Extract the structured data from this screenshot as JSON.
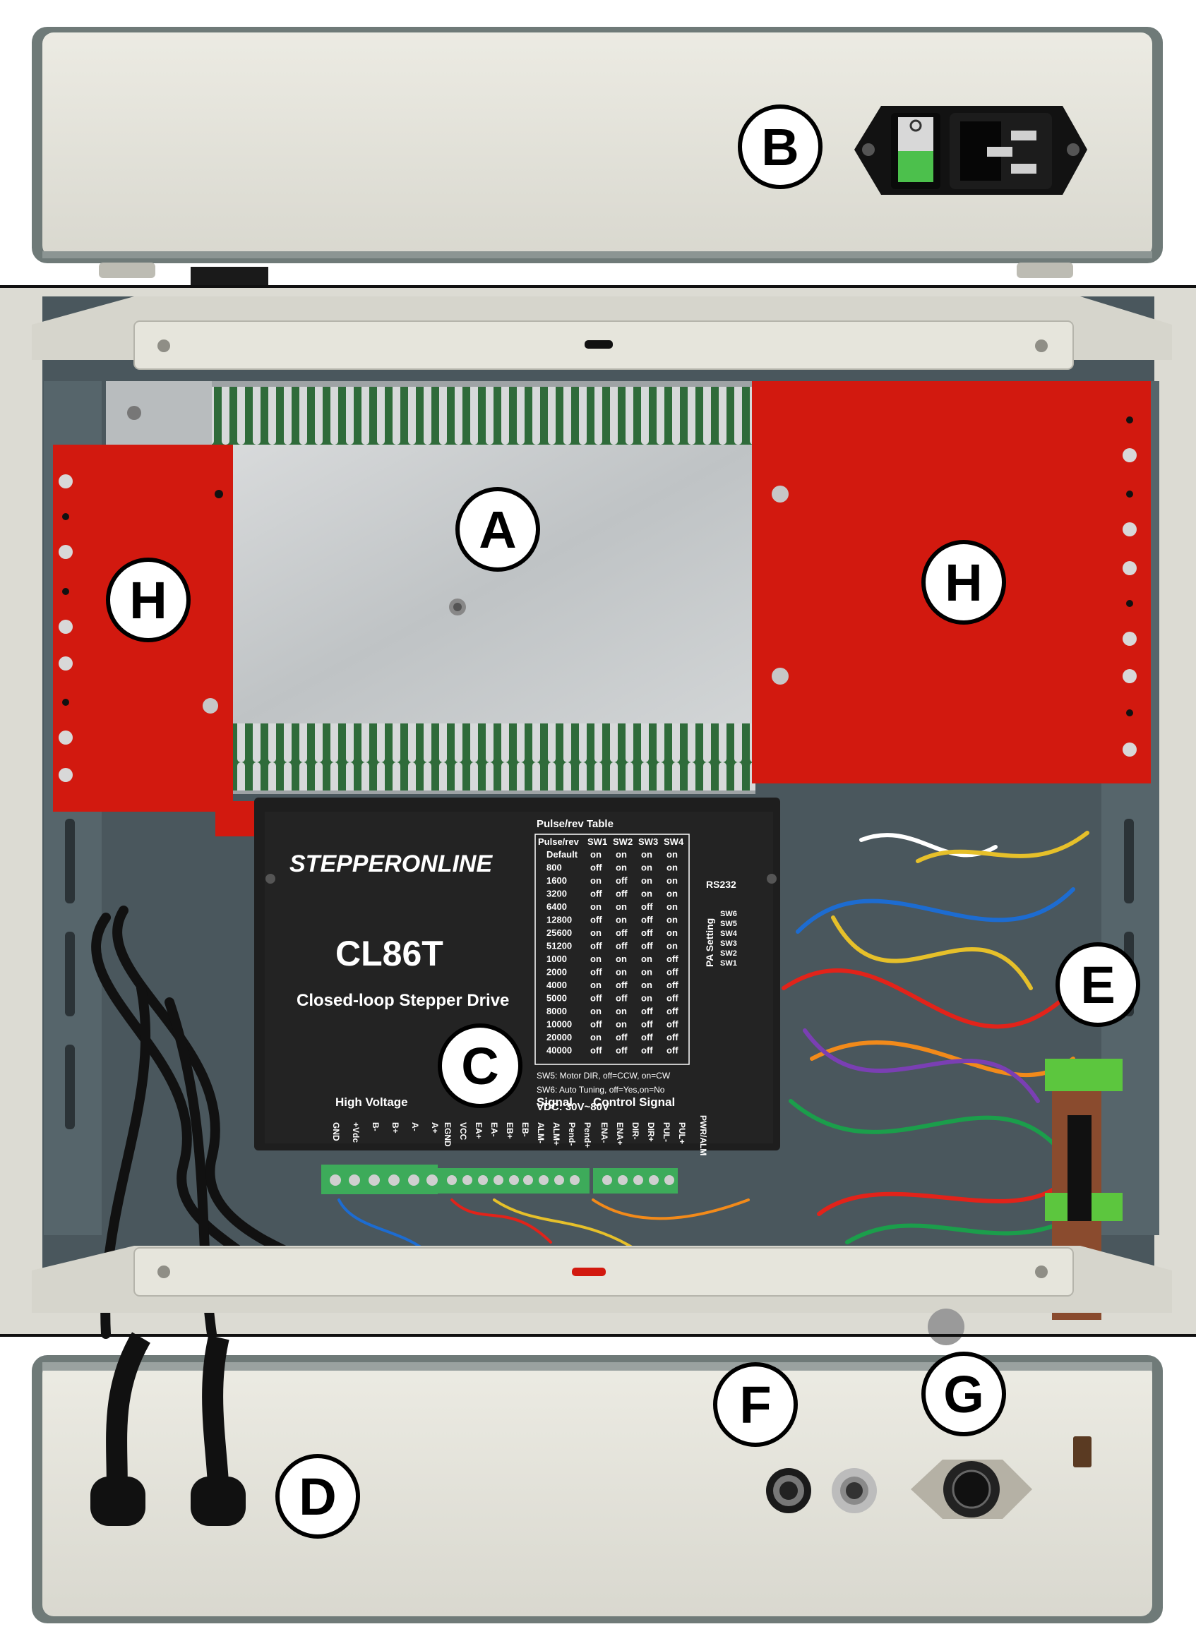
{
  "labels": {
    "a": "A",
    "b": "B",
    "c": "C",
    "d": "D",
    "e": "E",
    "f": "F",
    "g": "G",
    "h_left": "H",
    "h_right": "H"
  },
  "driver": {
    "brand": "STEPPERONLINE",
    "model": "CL86T",
    "subtitle": "Closed-loop Stepper Drive",
    "rs232": "RS232",
    "pa_setting": "PA Setting",
    "table_title": "Pulse/rev Table",
    "table_headers": [
      "Pulse/rev",
      "SW1",
      "SW2",
      "SW3",
      "SW4"
    ],
    "table_rows": [
      [
        "Default",
        "on",
        "on",
        "on",
        "on"
      ],
      [
        "800",
        "off",
        "on",
        "on",
        "on"
      ],
      [
        "1600",
        "on",
        "off",
        "on",
        "on"
      ],
      [
        "3200",
        "off",
        "off",
        "on",
        "on"
      ],
      [
        "6400",
        "on",
        "on",
        "off",
        "on"
      ],
      [
        "12800",
        "off",
        "on",
        "off",
        "on"
      ],
      [
        "25600",
        "on",
        "off",
        "off",
        "on"
      ],
      [
        "51200",
        "off",
        "off",
        "off",
        "on"
      ],
      [
        "1000",
        "on",
        "on",
        "on",
        "off"
      ],
      [
        "2000",
        "off",
        "on",
        "on",
        "off"
      ],
      [
        "4000",
        "on",
        "off",
        "on",
        "off"
      ],
      [
        "5000",
        "off",
        "off",
        "on",
        "off"
      ],
      [
        "8000",
        "on",
        "on",
        "off",
        "off"
      ],
      [
        "10000",
        "off",
        "on",
        "off",
        "off"
      ],
      [
        "20000",
        "on",
        "off",
        "off",
        "off"
      ],
      [
        "40000",
        "off",
        "off",
        "off",
        "off"
      ]
    ],
    "switches": [
      "SW6",
      "SW5",
      "SW4",
      "SW3",
      "SW2",
      "SW1"
    ],
    "note_sw5": "SW5: Motor DIR, off=CCW, on=CW",
    "note_sw6": "SW6: Auto Tuning, off=Yes,on=No",
    "vdc": "VDC: 30V~80V",
    "group_high_voltage": "High Voltage",
    "group_signal": "Signal",
    "group_control": "Control Signal",
    "pins_high_voltage": [
      "GND",
      "+Vdc",
      "B-",
      "B+",
      "A-",
      "A+"
    ],
    "pins_encoder": [
      "EGND",
      "VCC",
      "EA+",
      "EA-",
      "EB+",
      "EB-"
    ],
    "pins_signal": [
      "ALM-",
      "ALM+",
      "Pend-",
      "Pend+"
    ],
    "pins_control": [
      "ENA-",
      "ENA+",
      "DIR-",
      "DIR+",
      "PUL-",
      "PUL+"
    ],
    "pwr_alm": "PWR/ALM"
  },
  "colors": {
    "panel_beige": "#e2e1d8",
    "mount_red": "#d2190f",
    "chassis_gray": "#4d5a60",
    "driver_black": "#1e1e1e",
    "heatsink_silver": "#c9ccce",
    "terminal_green": "#3dab5a"
  }
}
